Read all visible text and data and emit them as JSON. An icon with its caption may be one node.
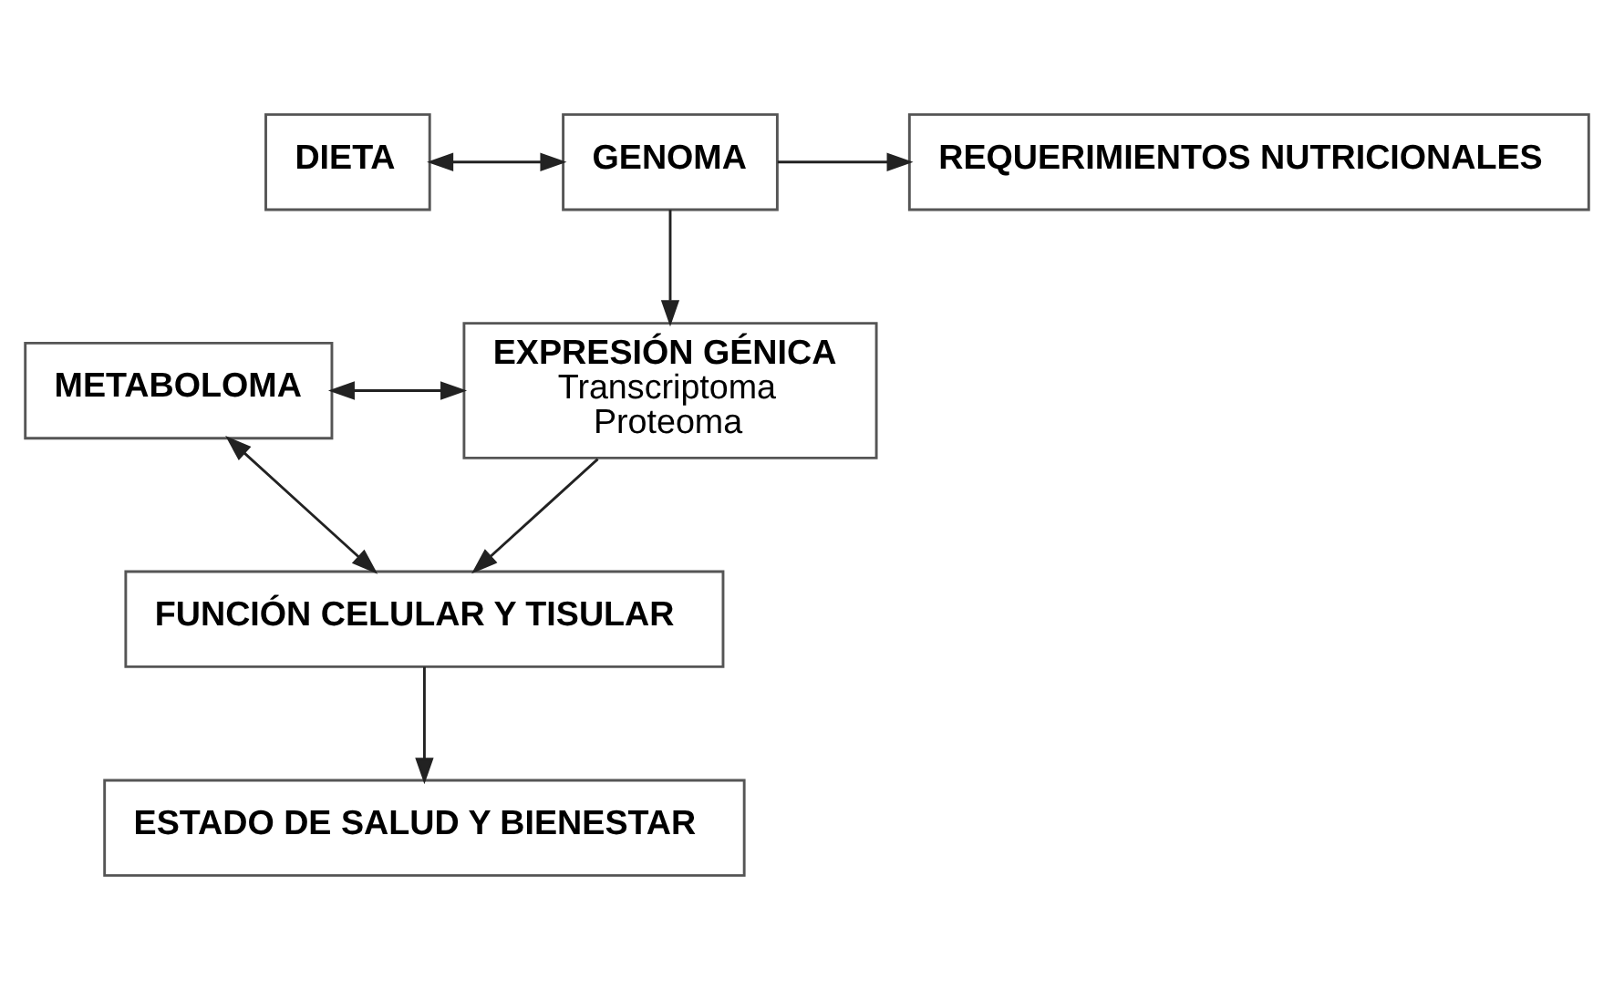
{
  "diagram": {
    "nodes": [
      {
        "text": [
          "DIETA"
        ]
      },
      {
        "text": [
          "GENOMA"
        ]
      },
      {
        "text": [
          "REQUERIMIENTOS NUTRICIONALES"
        ]
      },
      {
        "text": [
          "METABOLOMA"
        ]
      },
      {
        "text": [
          "EXPRESIÓN GÉNICA",
          "Transcriptoma Proteoma"
        ]
      },
      {
        "text": [
          "FUNCIÓN CELULAR Y TISULAR"
        ]
      },
      {
        "text": [
          "ESTADO DE SALUD Y BIENESTAR"
        ]
      }
    ],
    "edges": [
      {
        "from": 0,
        "to": 1,
        "arrow": "both"
      },
      {
        "from": 1,
        "to": 2,
        "arrow": "to"
      },
      {
        "from": 1,
        "to": 4,
        "arrow": "to"
      },
      {
        "from": 3,
        "to": 4,
        "arrow": "both"
      },
      {
        "from": 3,
        "to": 5,
        "arrow": "both"
      },
      {
        "from": 4,
        "to": 5,
        "arrow": "to"
      },
      {
        "from": 5,
        "to": 6,
        "arrow": "to"
      }
    ]
  }
}
